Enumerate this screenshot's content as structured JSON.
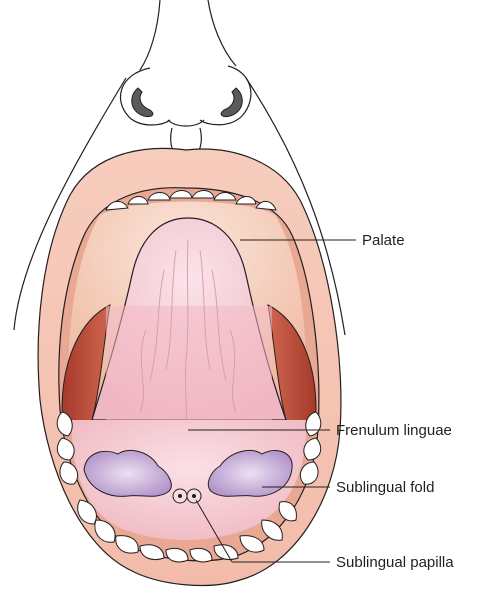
{
  "labels": {
    "palate": "Palate",
    "frenulum": "Frenulum linguae",
    "fold": "Sublingual fold",
    "papilla": "Sublingual papilla"
  },
  "colors": {
    "outline": "#231f20",
    "lip": "#f5c6b5",
    "palate": "#f7d3c4",
    "tongue": "#f2c2cc",
    "cheek": "#b94a36",
    "fold": "#c3a6d3",
    "floor": "#f4c3c8",
    "tooth": "#ffffff"
  }
}
